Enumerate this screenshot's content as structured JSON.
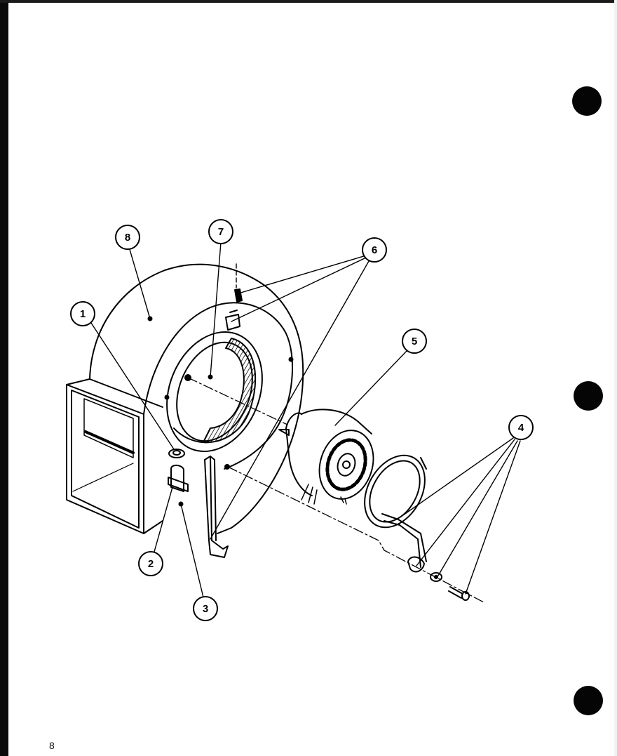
{
  "page": {
    "number": "8"
  },
  "callouts": [
    {
      "id": "1",
      "part": "1"
    },
    {
      "id": "2",
      "part": "2"
    },
    {
      "id": "3",
      "part": "3"
    },
    {
      "id": "4",
      "part": "4"
    },
    {
      "id": "5",
      "part": "5"
    },
    {
      "id": "6",
      "part": "6"
    },
    {
      "id": "7",
      "part": "7"
    },
    {
      "id": "8",
      "part": "8"
    }
  ],
  "colors": {
    "ink": "#000000",
    "paper": "#ffffff",
    "edge": "#0a0a0a"
  }
}
